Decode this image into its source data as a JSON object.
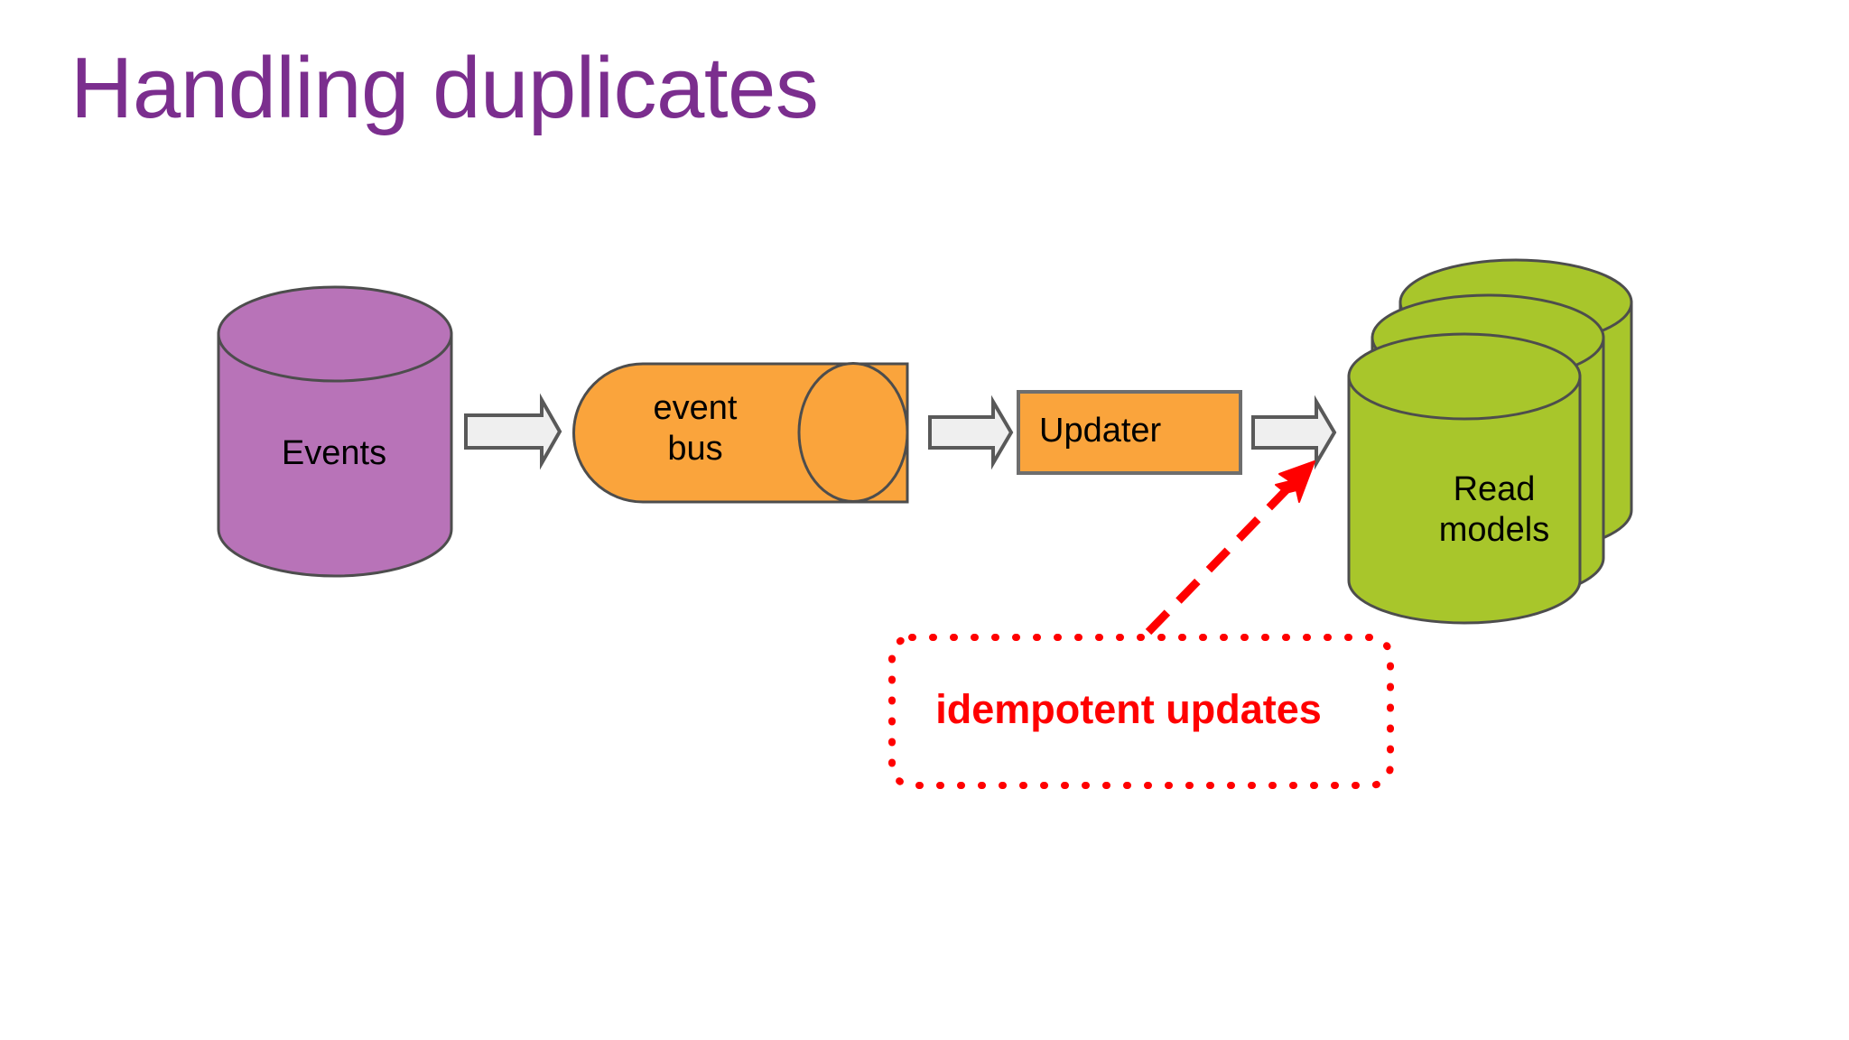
{
  "slide": {
    "title": "Handling duplicates",
    "title_color": "#7B2E8E",
    "background_color": "#FFFFFF"
  },
  "diagram": {
    "nodes": [
      {
        "id": "events",
        "label": "Events",
        "shape": "vertical-cylinder",
        "fill": "#B873B8",
        "stroke": "#4D4D4D"
      },
      {
        "id": "event-bus",
        "label": "event\nbus",
        "shape": "horizontal-cylinder",
        "fill": "#FAA43C",
        "stroke": "#4D4D4D"
      },
      {
        "id": "updater",
        "label": "Updater",
        "shape": "rectangle",
        "fill": "#FAA43C",
        "stroke": "#6E6E6E"
      },
      {
        "id": "read-models",
        "label": "Read\nmodels",
        "shape": "stacked-cylinders",
        "fill": "#A8C62B",
        "stroke": "#4D4D4D",
        "count": 3
      }
    ],
    "connectors": [
      {
        "id": "arrow-events-to-bus",
        "type": "block-arrow",
        "fill": "#EFEFEF",
        "stroke": "#595959",
        "from": "events",
        "to": "event-bus"
      },
      {
        "id": "arrow-bus-to-updater",
        "type": "block-arrow",
        "fill": "#EFEFEF",
        "stroke": "#595959",
        "from": "event-bus",
        "to": "updater"
      },
      {
        "id": "arrow-updater-to-readmodels",
        "type": "block-arrow",
        "fill": "#EFEFEF",
        "stroke": "#595959",
        "from": "updater",
        "to": "read-models"
      },
      {
        "id": "arrow-callout-to-readmodels",
        "type": "dashed-arrow",
        "stroke": "#FF0000",
        "from": "callout",
        "to": "read-models"
      }
    ],
    "callout": {
      "id": "callout",
      "text": "idempotent updates",
      "text_color": "#FF0000",
      "border_color": "#FF0000",
      "border_style": "dotted",
      "fill": "none"
    }
  }
}
